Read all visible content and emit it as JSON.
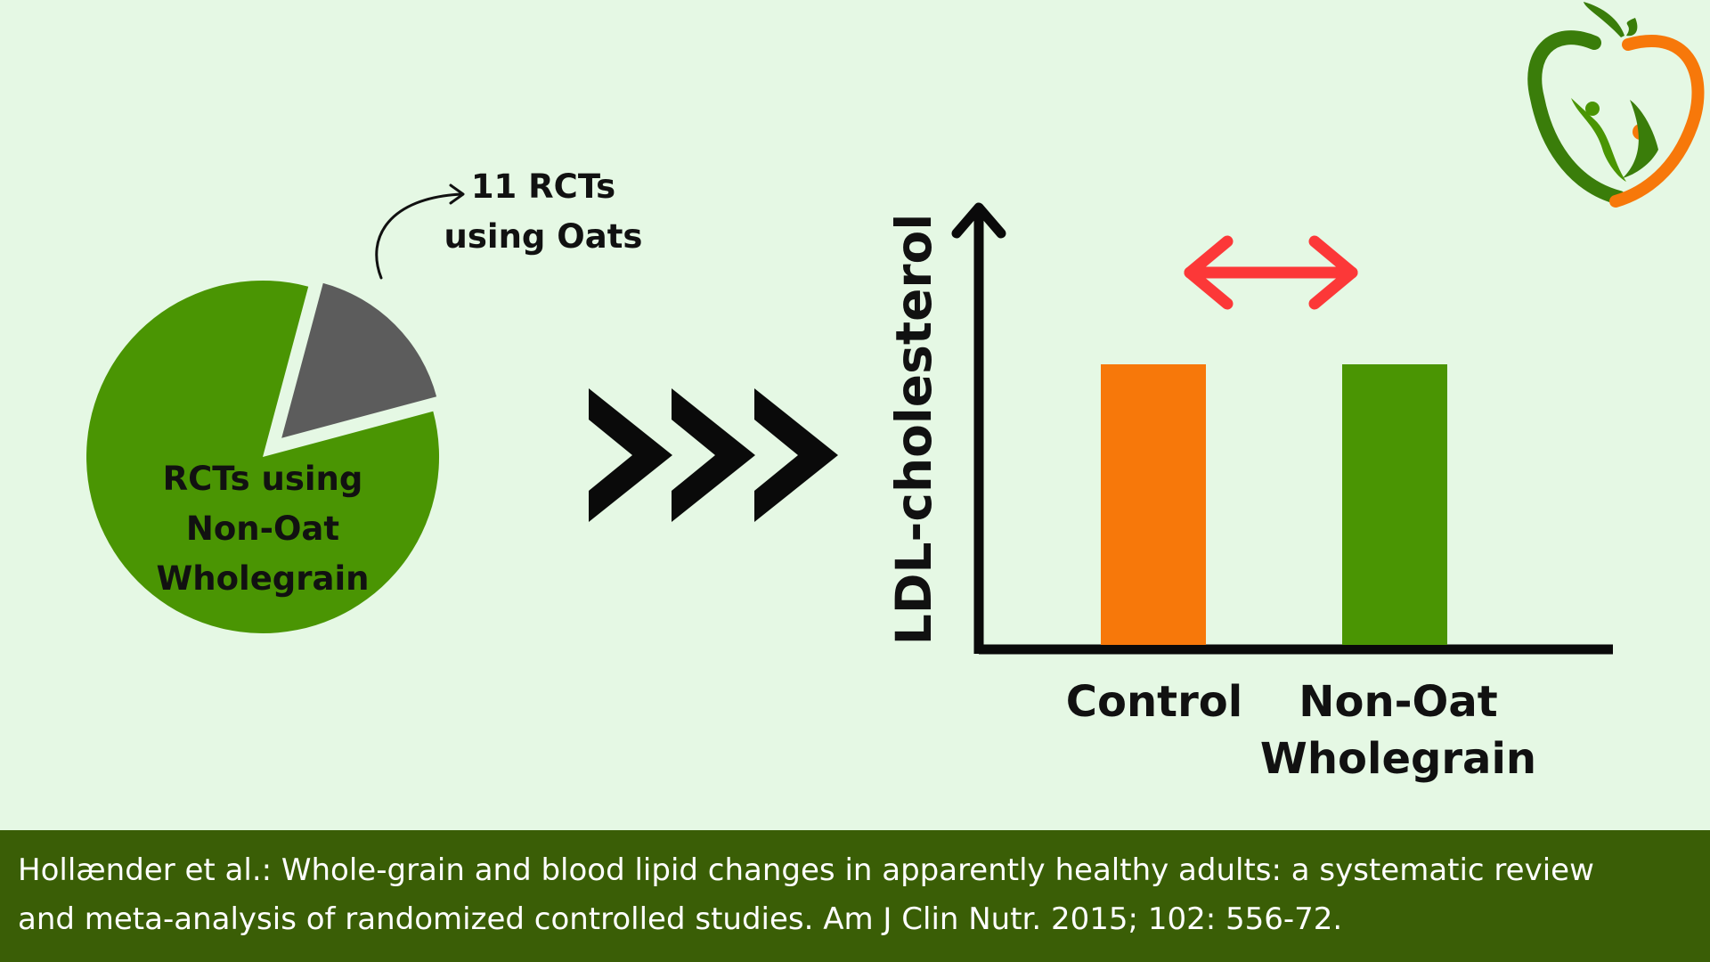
{
  "colors": {
    "background": "#e5f8e4",
    "pie_main": "#4a9503",
    "pie_slice": "#5c5c5c",
    "bar_control": "#f7780a",
    "bar_wholegrain": "#4a9503",
    "equal_arrow": "#fc3838",
    "chevrons": "#0a0a0a",
    "axes": "#0a0a0a",
    "footer_bg": "#3a5e06",
    "footer_text": "#ffffff",
    "logo_green": "#3a7d0a",
    "logo_orange": "#f7780a"
  },
  "icons": {
    "logo": "apple-people-logo-icon",
    "callout_arrow": "curved-arrow-icon",
    "flow_arrows": "triple-chevron-icon",
    "equal_arrow": "double-headed-arrow-icon"
  },
  "pie": {
    "label_lines": [
      "RCTs using",
      "Non-Oat",
      "Wholegrain"
    ],
    "callout_lines": [
      "11 RCTs",
      "using Oats"
    ]
  },
  "chart_data": {
    "type": "bar",
    "ylabel": "LDL-cholesterol",
    "categories": [
      {
        "lines": [
          "Control"
        ]
      },
      {
        "lines": [
          "Non-Oat",
          "Wholegrain"
        ]
      }
    ],
    "values": [
      1,
      1
    ],
    "ylim": [
      0,
      1.6
    ],
    "grid": false,
    "annotation": "equal"
  },
  "footer": {
    "lines": [
      "Hollænder et al.:  Whole-grain and blood lipid changes in apparently healthy adults: a systematic review",
      "and meta-analysis of randomized controlled studies. Am J Clin Nutr. 2015; 102: 556-72."
    ]
  }
}
